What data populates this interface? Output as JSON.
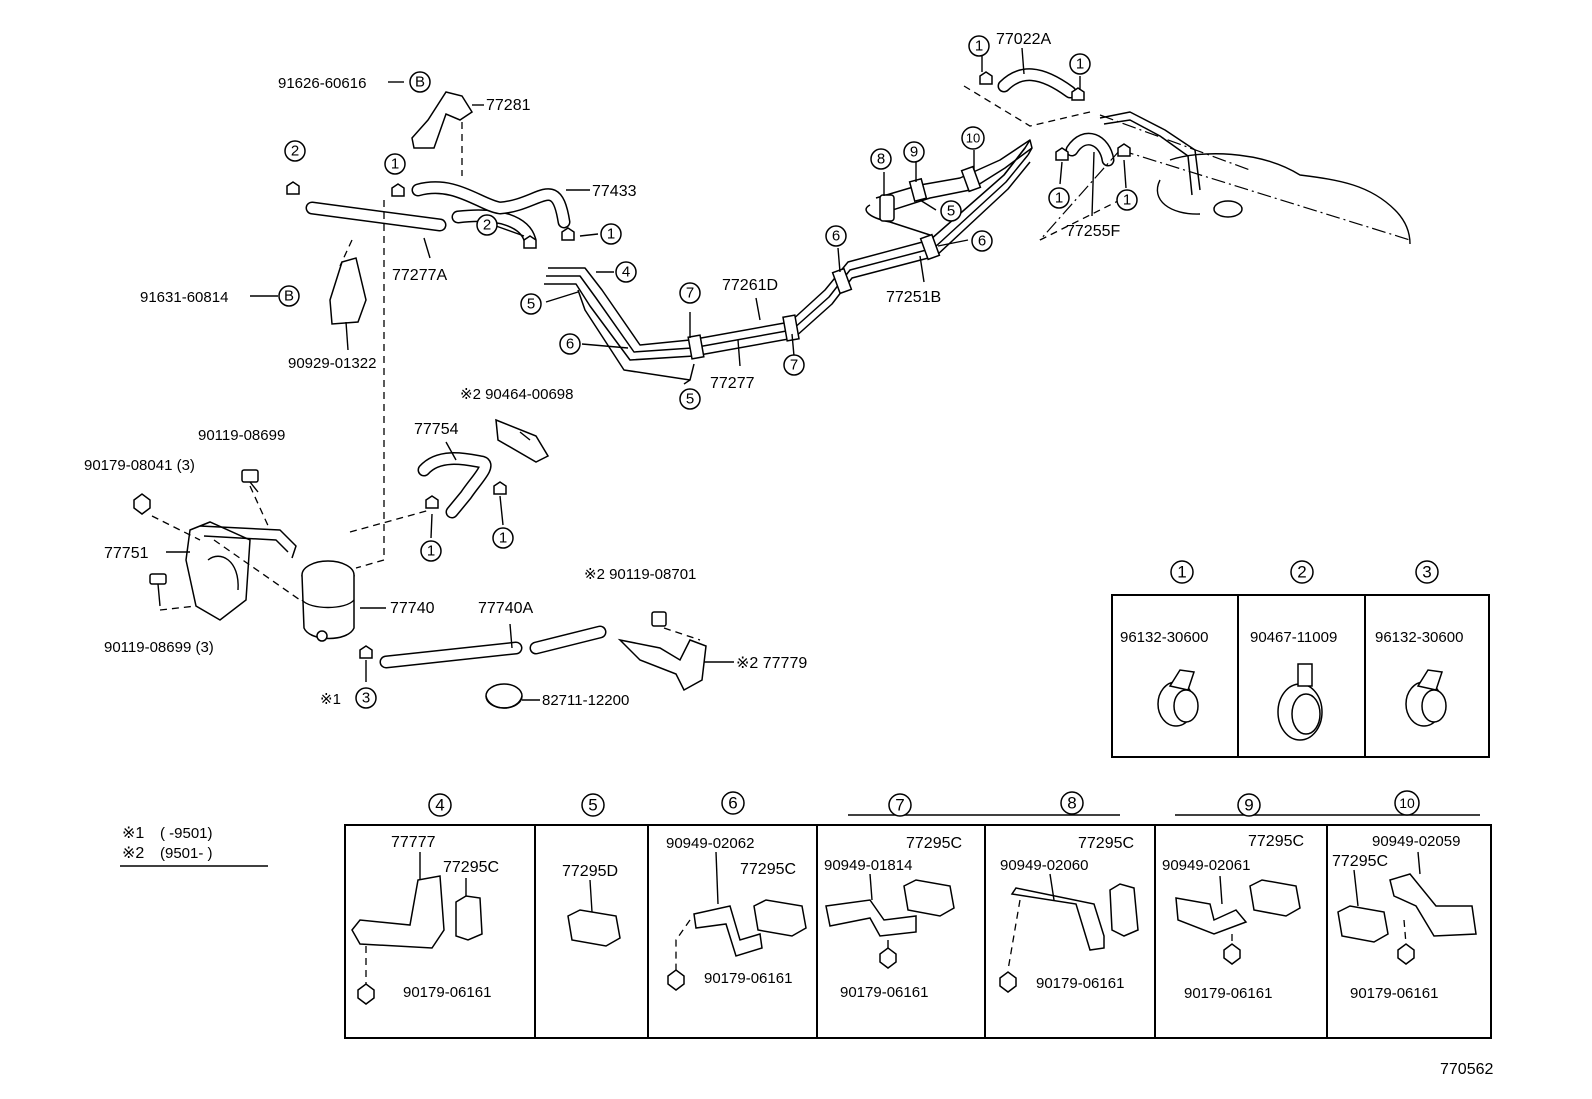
{
  "callouts": {
    "c91626": "91626-60616",
    "c77281": "77281",
    "c77433": "77433",
    "c77277A": "77277A",
    "c91631": "91631-60814",
    "c90929": "90929-01322",
    "c77261D": "77261D",
    "c77277": "77277",
    "c77251B": "77251B",
    "c77022A": "77022A",
    "c77255F": "77255F",
    "c90464": "※2 90464-00698",
    "c77754": "77754",
    "c90119a": "90119-08699",
    "c90179a": "90179-08041 (3)",
    "c77751": "77751",
    "c77740": "77740",
    "c77740A": "77740A",
    "c90119b": "90119-08699 (3)",
    "c90119c": "※2 90119-08701",
    "c77779": "※2 77779",
    "c82711": "82711-12200",
    "star1": "※1",
    "b": "B",
    "drawing_no": "770562"
  },
  "refs": [
    "1",
    "2",
    "3",
    "4",
    "5",
    "6",
    "7",
    "8",
    "9",
    "10"
  ],
  "notes": {
    "n1_mark": "※1",
    "n1_text": "(      -9501)",
    "n2_mark": "※2",
    "n2_text": "(9501-      )"
  },
  "clamp_table": {
    "headers": [
      "1",
      "2",
      "3"
    ],
    "parts": [
      "96132-30600",
      "90467-11009",
      "96132-30600"
    ]
  },
  "detail_table": {
    "headers": [
      "4",
      "5",
      "6",
      "7",
      "8",
      "9",
      "10"
    ],
    "cells": [
      {
        "a": "77777",
        "b": "77295C",
        "c": "90179-06161"
      },
      {
        "a": "77295D"
      },
      {
        "a": "90949-02062",
        "b": "77295C",
        "c": "90179-06161"
      },
      {
        "a": "90949-01814",
        "b": "77295C",
        "c": "90179-06161"
      },
      {
        "a": "90949-02060",
        "b": "77295C",
        "c": "90179-06161"
      },
      {
        "a": "90949-02061",
        "b": "77295C",
        "c": "90179-06161"
      },
      {
        "a": "90949-02059",
        "b": "77295C",
        "c": "90179-06161"
      }
    ]
  }
}
